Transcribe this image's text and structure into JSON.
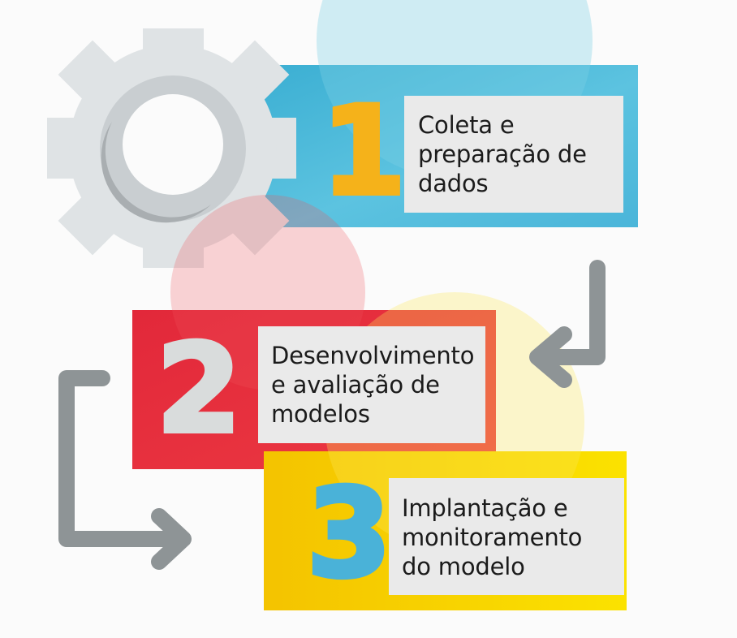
{
  "steps": [
    {
      "number": "1",
      "label_lines": [
        "Coleta e",
        "preparação de",
        "dados"
      ],
      "band_color": "#4db8d8",
      "number_color": "#f5b21a"
    },
    {
      "number": "2",
      "label_lines": [
        "Desenvolvimento",
        "e avaliação de",
        "modelos"
      ],
      "band_color": "#e8313c",
      "number_color": "#d9dcdc"
    },
    {
      "number": "3",
      "label_lines": [
        "Implantação e",
        "monitoramento",
        "do modelo"
      ],
      "band_color": "#f7d200",
      "number_color": "#4ab2d8"
    }
  ],
  "icons": {
    "gear": "gear-icon",
    "arrow_right_down": "arrow-down-left-icon",
    "arrow_left_loop": "arrow-loop-right-icon"
  },
  "colors": {
    "gear": "#dfe3e5",
    "gear_shadow": "#b9bec1",
    "arrow": "#8e9496",
    "label_bg": "#eaeaea"
  }
}
